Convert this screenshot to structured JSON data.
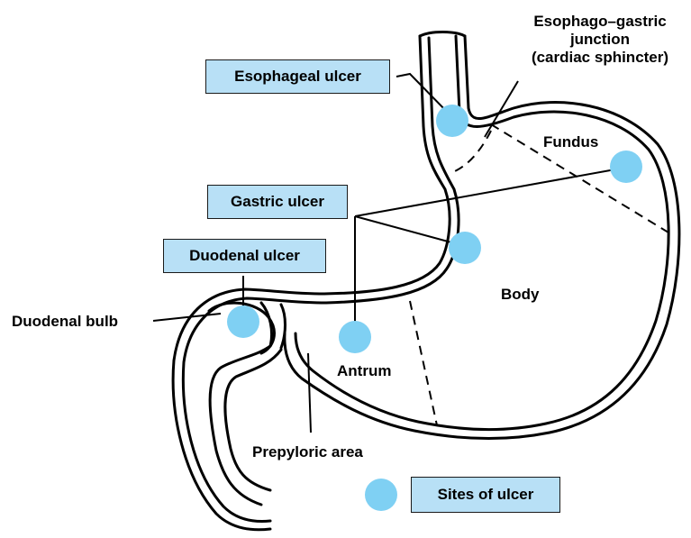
{
  "labels": {
    "esophageal_ulcer": "Esophageal ulcer",
    "gastric_ulcer": "Gastric ulcer",
    "duodenal_ulcer": "Duodenal ulcer",
    "sites_of_ulcer": "Sites of ulcer",
    "ge_junction_line1": "Esophago–gastric",
    "ge_junction_line2": "junction",
    "ge_junction_line3": "(cardiac sphincter)",
    "fundus": "Fundus",
    "body": "Body",
    "antrum": "Antrum",
    "duodenal_bulb": "Duodenal bulb",
    "prepyloric_area": "Prepyloric area"
  },
  "colors": {
    "ulcer_dot": "#7fd0f3",
    "label_box": "#b8e0f6",
    "outline": "#000000"
  }
}
